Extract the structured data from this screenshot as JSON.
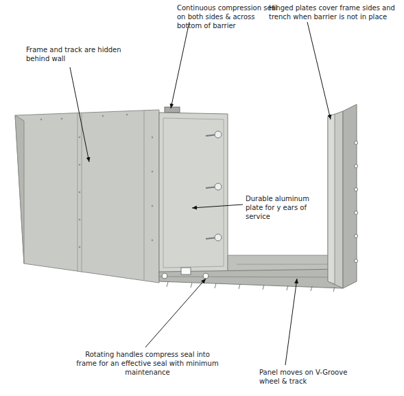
{
  "diagram": {
    "labels": [
      "Continuous compression seal on both sides & across bottom of barrier",
      "Hinged plates cover frame sides and trench when barrier is not in place",
      "Frame and track are hidden behind wall",
      "Durable aluminum plate for y ears of service",
      "Rotating handles compress seal into frame for an effective seal with minimum maintenance",
      "Panel moves on V-Groove wheel & track"
    ]
  }
}
